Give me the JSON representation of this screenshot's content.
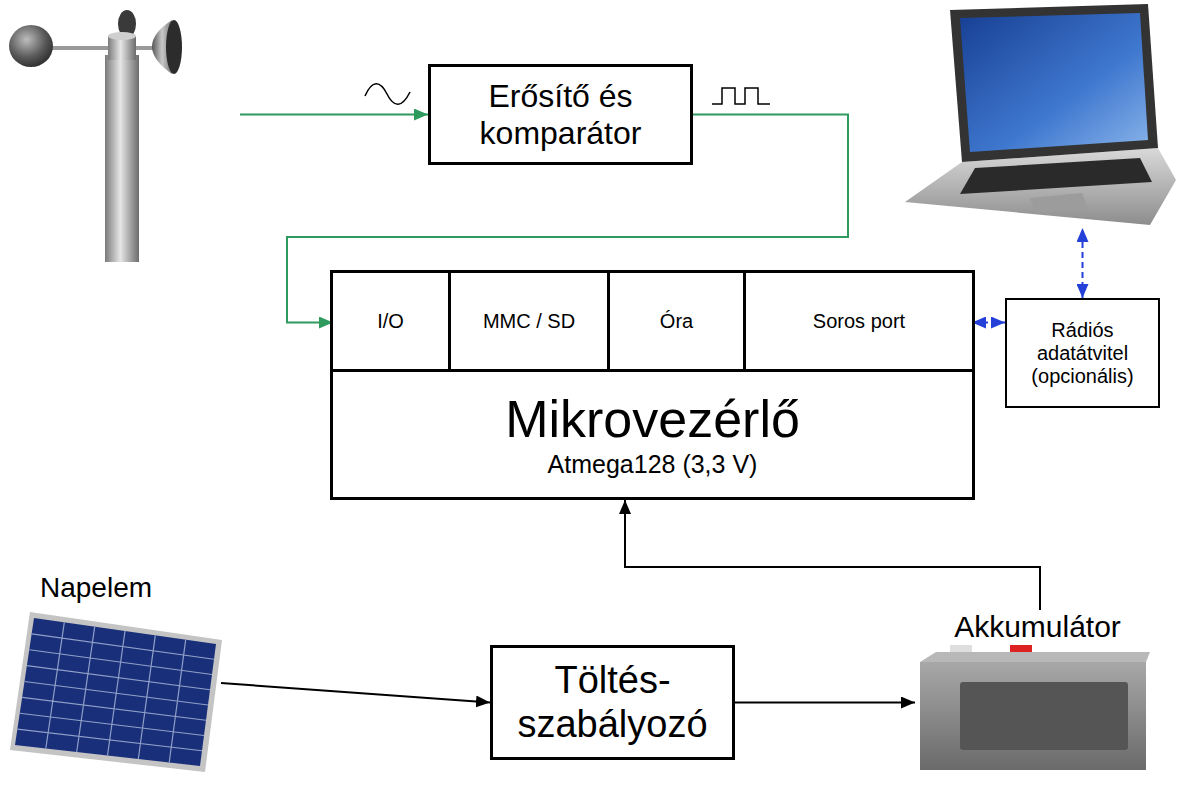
{
  "diagram": {
    "nodes": [
      {
        "text": []
      },
      {
        "text": [
          "Erősítő és komparátor"
        ]
      },
      {
        "text": []
      },
      {
        "text": [
          "Mikrovezérlő",
          "Atmega128 (3,3 V)"
        ]
      },
      {
        "text": [
          "I/O"
        ],
        "in": 3
      },
      {
        "text": [
          "MMC / SD"
        ],
        "in": 3
      },
      {
        "text": [
          "Óra"
        ],
        "in": 3
      },
      {
        "text": [
          "Soros port"
        ],
        "in": 3
      },
      {
        "text": [
          "Rádiós adatátvitel (opcionális)"
        ]
      },
      {
        "text": [
          "Napelem"
        ]
      },
      {
        "text": [
          "Töltés- szabályozó"
        ]
      },
      {
        "text": [
          "Akkumulátor"
        ]
      }
    ],
    "edges": [
      {
        "from": 0,
        "to": 1,
        "arrow": "to"
      },
      {
        "from": 1,
        "to": 4,
        "arrow": "to"
      },
      {
        "from": 7,
        "to": 8,
        "arrow": "both"
      },
      {
        "from": 8,
        "to": 2,
        "arrow": "both"
      },
      {
        "from": 9,
        "to": 10,
        "arrow": "to"
      },
      {
        "from": 10,
        "to": 11,
        "arrow": "to"
      },
      {
        "from": 11,
        "to": 3,
        "arrow": "to"
      }
    ]
  }
}
